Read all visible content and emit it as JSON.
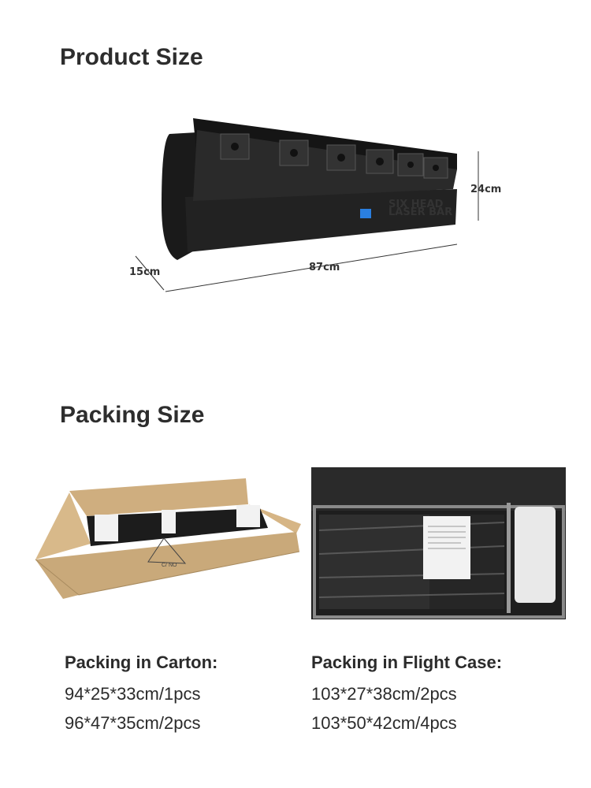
{
  "product_section": {
    "title": "Product Size",
    "image_label": {
      "line1": "SIX HEAD",
      "line2": "LASER BAR"
    },
    "dimensions": {
      "height": "24cm",
      "length": "87cm",
      "depth": "15cm"
    }
  },
  "packing_section": {
    "title": "Packing Size",
    "carton": {
      "box_mark": "C/ NO",
      "title": "Packing in Carton:",
      "lines": [
        "94*25*33cm/1pcs",
        "96*47*35cm/2pcs"
      ]
    },
    "flight_case": {
      "title": "Packing in Flight Case:",
      "lines": [
        "103*27*38cm/2pcs",
        "103*50*42cm/4pcs"
      ]
    }
  },
  "colors": {
    "text": "#2b2b2b",
    "background": "#ffffff",
    "carton": "#c9a97a",
    "device": "#1b1b1b"
  }
}
